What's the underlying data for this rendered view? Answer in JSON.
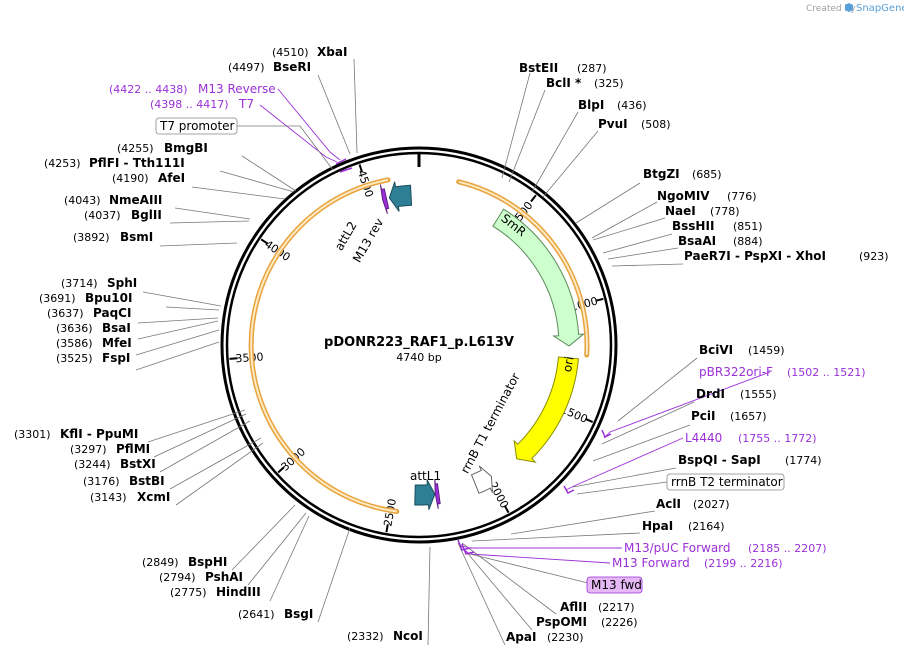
{
  "credit": {
    "prefix": "Created by",
    "brand": "SnapGene"
  },
  "plasmid": {
    "name": "pDONR223_RAF1_p.L613V",
    "length_label": "4740 bp",
    "length": 4740
  },
  "ruler": {
    "ticks": [
      {
        "value": 500,
        "label": "500"
      },
      {
        "value": 1000,
        "label": "1000"
      },
      {
        "value": 1500,
        "label": "1500"
      },
      {
        "value": 2000,
        "label": "2000"
      },
      {
        "value": 2500,
        "label": "2500"
      },
      {
        "value": 3000,
        "label": "3000"
      },
      {
        "value": 3500,
        "label": "3500"
      },
      {
        "value": 4000,
        "label": "4000"
      },
      {
        "value": 4500,
        "label": "4500"
      }
    ]
  },
  "features": [
    {
      "id": "smr",
      "name": "SmR",
      "start": 420,
      "end": 1190,
      "color": "#ccffcc",
      "stroke": "#5a8a5a",
      "strand": 1
    },
    {
      "id": "ori",
      "name": "ori",
      "start": 1250,
      "end": 1835,
      "color": "#ffff00",
      "stroke": "#8a8a00",
      "strand": 1
    },
    {
      "id": "rrnbt1",
      "name": "rrnB T1 terminator",
      "start": 1990,
      "end": 2080,
      "color": "#ffffff",
      "stroke": "#666666",
      "strand": -1
    },
    {
      "id": "attl1",
      "name": "attL1",
      "start": 2290,
      "end": 2390,
      "color": "#2e7f95",
      "stroke": "#1a4e5c",
      "strand": -1
    },
    {
      "id": "attl2",
      "name": "attL2",
      "start": 4590,
      "end": 4700,
      "color": "#2e7f95",
      "stroke": "#1a4e5c",
      "strand": -1
    },
    {
      "id": "m13rev",
      "name": "M13 rev",
      "start": 4555,
      "end": 4575,
      "color": "#9b30d9",
      "stroke": "#5e1a86",
      "strand": -1
    },
    {
      "id": "m13fwdbox",
      "name": "M13 fwd",
      "start": 2270,
      "end": 2288,
      "color": "#9b30d9",
      "stroke": "#5e1a86",
      "strand": 1
    }
  ],
  "orfs": [
    {
      "start": 180,
      "end": 1230
    },
    {
      "start": 2470,
      "end": 4600
    }
  ],
  "labels_right": [
    {
      "enzyme": "BstEII",
      "pos": "(287)"
    },
    {
      "enzyme": "BclI *",
      "pos": "(325)"
    },
    {
      "enzyme": "BlpI",
      "pos": "(436)"
    },
    {
      "enzyme": "PvuI",
      "pos": "(508)"
    },
    {
      "enzyme": "BtgZI",
      "pos": "(685)"
    },
    {
      "enzyme": "NgoMIV",
      "pos": "(776)"
    },
    {
      "enzyme": "NaeI",
      "pos": "(778)"
    },
    {
      "enzyme": "BssHII",
      "pos": "(851)"
    },
    {
      "enzyme": "BsaAI",
      "pos": "(884)"
    },
    {
      "enzyme": "PaeR7I - PspXI - XhoI",
      "pos": "(923)"
    },
    {
      "enzyme": "BciVI",
      "pos": "(1459)"
    },
    {
      "enzyme": "DrdI",
      "pos": "(1555)"
    },
    {
      "enzyme": "PciI",
      "pos": "(1657)"
    },
    {
      "enzyme": "BspQI - SapI",
      "pos": "(1774)"
    },
    {
      "enzyme": "AclI",
      "pos": "(2027)"
    },
    {
      "enzyme": "HpaI",
      "pos": "(2164)"
    },
    {
      "enzyme": "AflII",
      "pos": "(2217)"
    },
    {
      "enzyme": "PspOMI",
      "pos": "(2226)"
    },
    {
      "enzyme": "ApaI",
      "pos": "(2230)"
    }
  ],
  "labels_left": [
    {
      "enzyme": "XbaI",
      "pos": "(4510)"
    },
    {
      "enzyme": "BseRI",
      "pos": "(4497)"
    },
    {
      "enzyme": "BmgBI",
      "pos": "(4255)"
    },
    {
      "enzyme": "PflFI - Tth111I",
      "pos": "(4253)"
    },
    {
      "enzyme": "AfeI",
      "pos": "(4190)"
    },
    {
      "enzyme": "NmeAIII",
      "pos": "(4043)"
    },
    {
      "enzyme": "BglII",
      "pos": "(4037)"
    },
    {
      "enzyme": "BsmI",
      "pos": "(3892)"
    },
    {
      "enzyme": "SphI",
      "pos": "(3714)"
    },
    {
      "enzyme": "Bpu10I",
      "pos": "(3691)"
    },
    {
      "enzyme": "PaqCI",
      "pos": "(3637)"
    },
    {
      "enzyme": "BsaI",
      "pos": "(3636)"
    },
    {
      "enzyme": "MfeI",
      "pos": "(3586)"
    },
    {
      "enzyme": "FspI",
      "pos": "(3525)"
    },
    {
      "enzyme": "KflI - PpuMI",
      "pos": "(3301)"
    },
    {
      "enzyme": "PflMI",
      "pos": "(3297)"
    },
    {
      "enzyme": "BstXI",
      "pos": "(3244)"
    },
    {
      "enzyme": "BstBI",
      "pos": "(3176)"
    },
    {
      "enzyme": "XcmI",
      "pos": "(3143)"
    },
    {
      "enzyme": "BspHI",
      "pos": "(2849)"
    },
    {
      "enzyme": "PshAI",
      "pos": "(2794)"
    },
    {
      "enzyme": "HindIII",
      "pos": "(2775)"
    },
    {
      "enzyme": "BsgI",
      "pos": "(2641)"
    },
    {
      "enzyme": "NcoI",
      "pos": "(2332)"
    }
  ],
  "primers": [
    {
      "name": "M13 Reverse",
      "range": "(4422 .. 4438)"
    },
    {
      "name": "T7",
      "range": "(4398 .. 4417)"
    },
    {
      "name": "pBR322ori-F",
      "range": "(1502 .. 1521)"
    },
    {
      "name": "L4440",
      "range": "(1755 .. 1772)"
    },
    {
      "name": "M13/pUC Forward",
      "range": "(2185 .. 2207)"
    },
    {
      "name": "M13 Forward",
      "range": "(2199 .. 2216)"
    }
  ],
  "boxed_labels": [
    {
      "name": "T7 promoter"
    },
    {
      "name": "rrnB T2 terminator"
    },
    {
      "name": "M13 fwd"
    }
  ],
  "colors": {
    "backbone": "#000000",
    "primer": "#9b30d9",
    "orf": "#e8a33c",
    "orf_fill": "#fde9c4",
    "leader": "#777777"
  }
}
